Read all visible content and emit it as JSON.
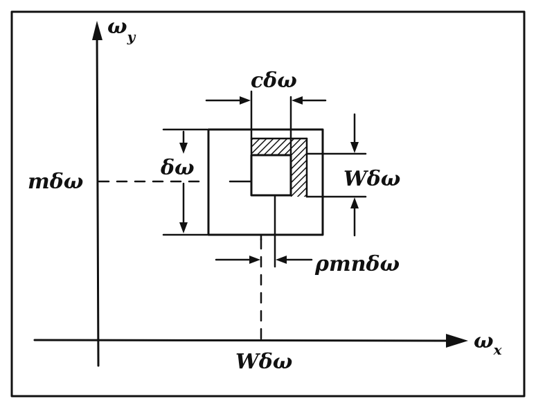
{
  "labels": {
    "omega_y": "ω",
    "omega_y_sub": "y",
    "omega_x": "ω",
    "omega_x_sub": "x",
    "m_dw": "mδω",
    "dw": "δω",
    "c_dw": "cδω",
    "w_dw_right": "Wδω",
    "w_dw_bottom": "Wδω",
    "p_mn_dw": "ρmnδω"
  },
  "colors": {
    "ink": "#111111",
    "background": "#ffffff"
  }
}
